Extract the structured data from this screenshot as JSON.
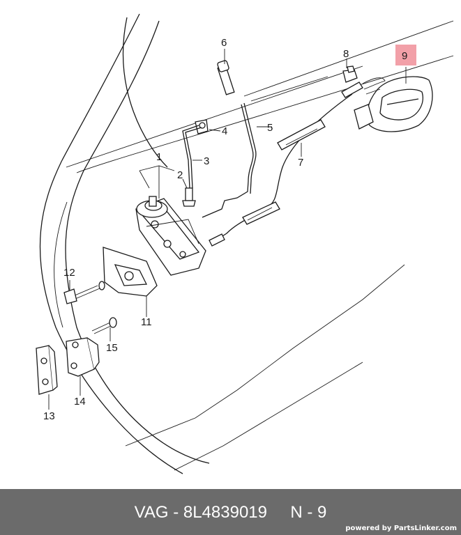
{
  "callouts": {
    "c1": "1",
    "c2": "2",
    "c3": "3",
    "c4": "4",
    "c5": "5",
    "c6": "6",
    "c7": "7",
    "c8": "8",
    "c9": "9",
    "c11": "11",
    "c12": "12",
    "c13": "13",
    "c14": "14",
    "c15": "15"
  },
  "highlighted_callout": "9",
  "colors": {
    "highlight": "#f2a0a8",
    "footer_bg": "#6b6b6b",
    "line": "#1a1a1a"
  },
  "footer": {
    "brand": "VAG",
    "separator": " - ",
    "part_number": "8L4839019",
    "position_label": "N - 9",
    "credit": "powered by PartsLinker.com"
  }
}
